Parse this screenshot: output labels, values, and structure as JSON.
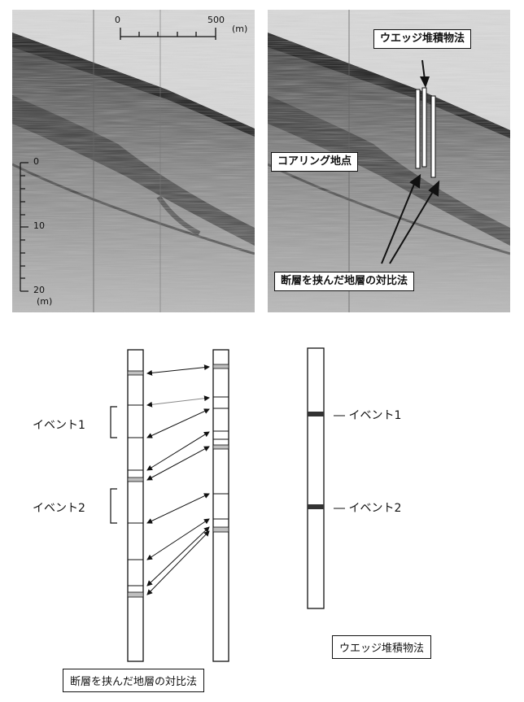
{
  "scale_bar": {
    "start": "0",
    "end": "500",
    "unit": "(m)"
  },
  "depth_scale": {
    "top": "0",
    "mid": "10",
    "bottom": "20",
    "unit": "(m)"
  },
  "right_profile": {
    "label_wedge": "ウエッジ堆積物法",
    "label_coring": "コアリング地点",
    "label_fault": "断層を挟んだ地層の対比法"
  },
  "diagram": {
    "event1": "イベント1",
    "event2": "イベント2",
    "right_event1": "― イベント1",
    "right_event2": "― イベント2",
    "caption_left": "断層を挟んだ地層の対比法",
    "caption_right": "ウエッジ堆積物法"
  }
}
